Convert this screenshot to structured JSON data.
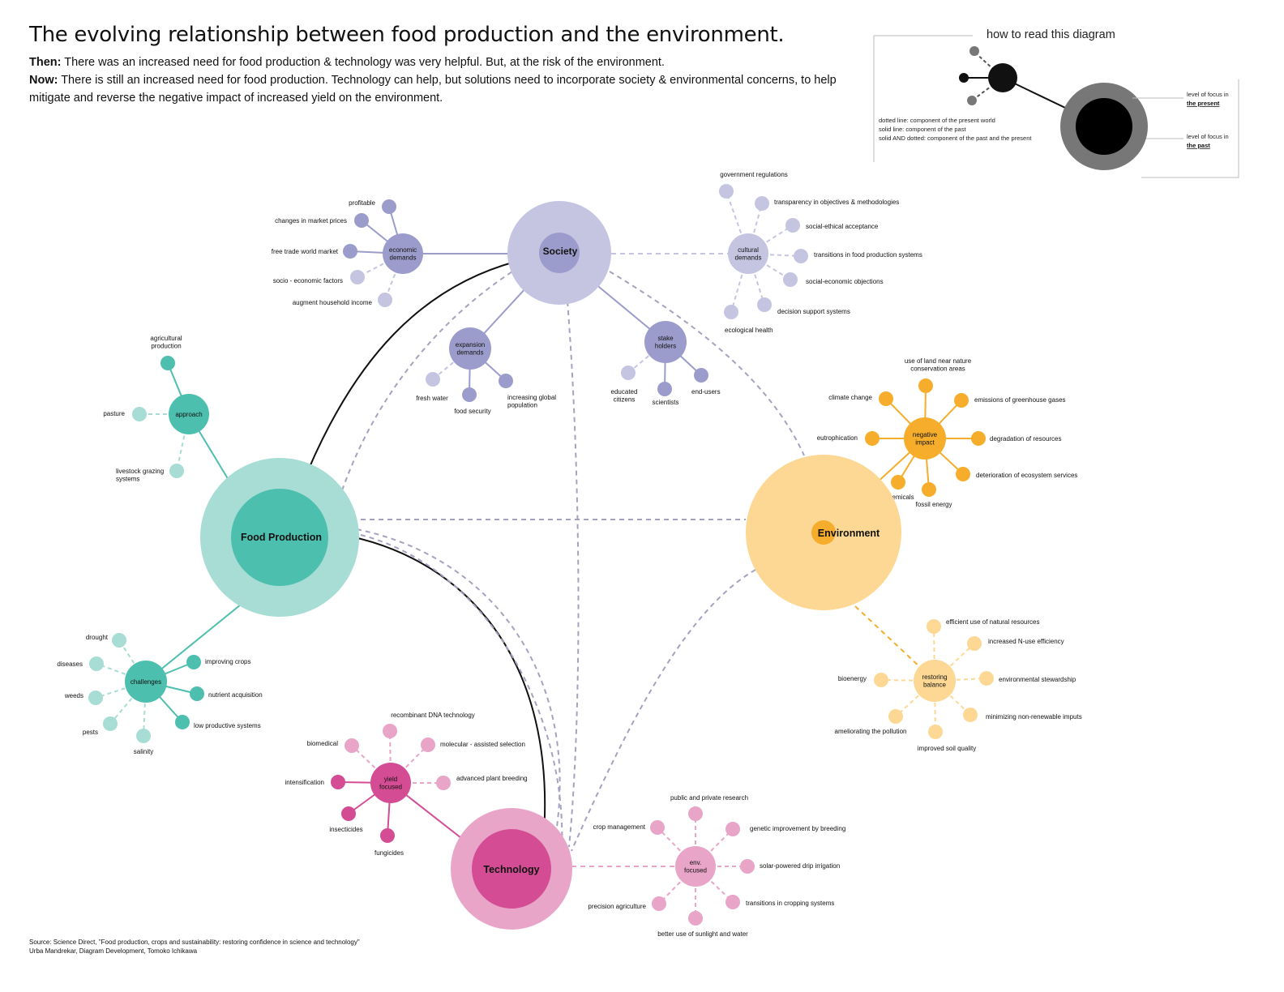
{
  "title": "The evolving relationship between food production and the environment.",
  "intro": {
    "then_label": "Then:",
    "then_text": " There was an increased need for food production & technology was very helpful. But, at the risk of the environment.",
    "now_label": "Now:",
    "now_text": " There is still an increased need for food production. Technology can help, but solutions need to incorporate society & environmental concerns, to help mitigate and reverse the negative impact of increased yield on the environment."
  },
  "legend": {
    "title": "how to read this diagram",
    "line_key": [
      "dotted line: component of the present world",
      "solid line: component of the past",
      "solid AND dotted: component of the past and the present"
    ],
    "present_label": "level of focus in",
    "present_bold": "the present",
    "past_label": "level of focus in",
    "past_bold": "the past"
  },
  "colors": {
    "food": "#4dbfae",
    "food_light": "#a7ddd4",
    "society": "#9c9ccc",
    "society_light": "#c5c5e2",
    "environment": "#f5ad2b",
    "environment_light": "#fdd895",
    "technology": "#d44d94",
    "technology_light": "#e8a5c8"
  },
  "main_nodes": {
    "food": "Food Production",
    "society": "Society",
    "environment": "Environment",
    "technology": "Technology"
  },
  "clusters": {
    "approach": {
      "label": [
        "approach"
      ],
      "items": [
        [
          "agricultural",
          "production"
        ],
        [
          "pasture"
        ],
        [
          "livestock grazing",
          "systems"
        ]
      ]
    },
    "challenges": {
      "label": [
        "challenges"
      ],
      "items": [
        [
          "drought"
        ],
        [
          "diseases"
        ],
        [
          "weeds"
        ],
        [
          "pests"
        ],
        [
          "salinity"
        ],
        [
          "improving crops"
        ],
        [
          "nutrient acquisition"
        ],
        [
          "low productive systems"
        ]
      ]
    },
    "economic": {
      "label": [
        "economic",
        "demands"
      ],
      "items": [
        [
          "profitable"
        ],
        [
          "changes in market prices"
        ],
        [
          "free trade world market"
        ],
        [
          "socio - economic factors"
        ],
        [
          "augment household income"
        ]
      ]
    },
    "cultural": {
      "label": [
        "cultural",
        "demands"
      ],
      "items": [
        [
          "government regulations"
        ],
        [
          "transparency in objectives & methodologies"
        ],
        [
          "social-ethical acceptance"
        ],
        [
          "transitions in food production systems"
        ],
        [
          "social-economic objections"
        ],
        [
          "decision support systems"
        ],
        [
          "ecological health"
        ]
      ]
    },
    "expansion": {
      "label": [
        "expansion",
        "demands"
      ],
      "items": [
        [
          "fresh water"
        ],
        [
          "food security"
        ],
        [
          "increasing global",
          "population"
        ]
      ]
    },
    "stakeholders": {
      "label": [
        "stake",
        "holders"
      ],
      "items": [
        [
          "educated",
          "citizens"
        ],
        [
          "scientists"
        ],
        [
          "end-users"
        ]
      ]
    },
    "negative": {
      "label": [
        "negative",
        "impact"
      ],
      "items": [
        [
          "use of land near nature",
          "conservation areas"
        ],
        [
          "emissions of greenhouse gases"
        ],
        [
          "degradation of resources"
        ],
        [
          "deterioration of ecosystem services"
        ],
        [
          "fossil energy"
        ],
        [
          "agri. chemicals"
        ],
        [
          "eutrophication"
        ],
        [
          "climate change"
        ]
      ]
    },
    "restoring": {
      "label": [
        "restoring",
        "balance"
      ],
      "items": [
        [
          "efficient use of natural resources"
        ],
        [
          "increased N-use efficiency"
        ],
        [
          "environmental stewardship"
        ],
        [
          "minimizing non-renewable imputs"
        ],
        [
          "improved soil quality"
        ],
        [
          "ameliorating the pollution"
        ],
        [
          "bioenergy"
        ]
      ]
    },
    "yield": {
      "label": [
        "yield",
        "focused"
      ],
      "items": [
        [
          "recombinant DNA technology"
        ],
        [
          "molecular - assisted selection"
        ],
        [
          "advanced plant breeding"
        ],
        [
          "fungicides"
        ],
        [
          "insecticides"
        ],
        [
          "intensification"
        ],
        [
          "biomedical"
        ]
      ]
    },
    "env_focused": {
      "label": [
        "env.",
        "focused"
      ],
      "items": [
        [
          "public and private research"
        ],
        [
          "genetic improvement by breeding"
        ],
        [
          "solar-powered drip irrigation"
        ],
        [
          "transitions in cropping systems"
        ],
        [
          "better use of sunlight and water"
        ],
        [
          "precision agriculture"
        ],
        [
          "crop management"
        ]
      ]
    }
  },
  "source": {
    "line1": "Source: Science Direct, \"Food production, crops and sustainability: restoring confidence in science and technology\"",
    "line2": "Urba Mandrekar, Diagram Development, Tomoko Ichikawa"
  }
}
